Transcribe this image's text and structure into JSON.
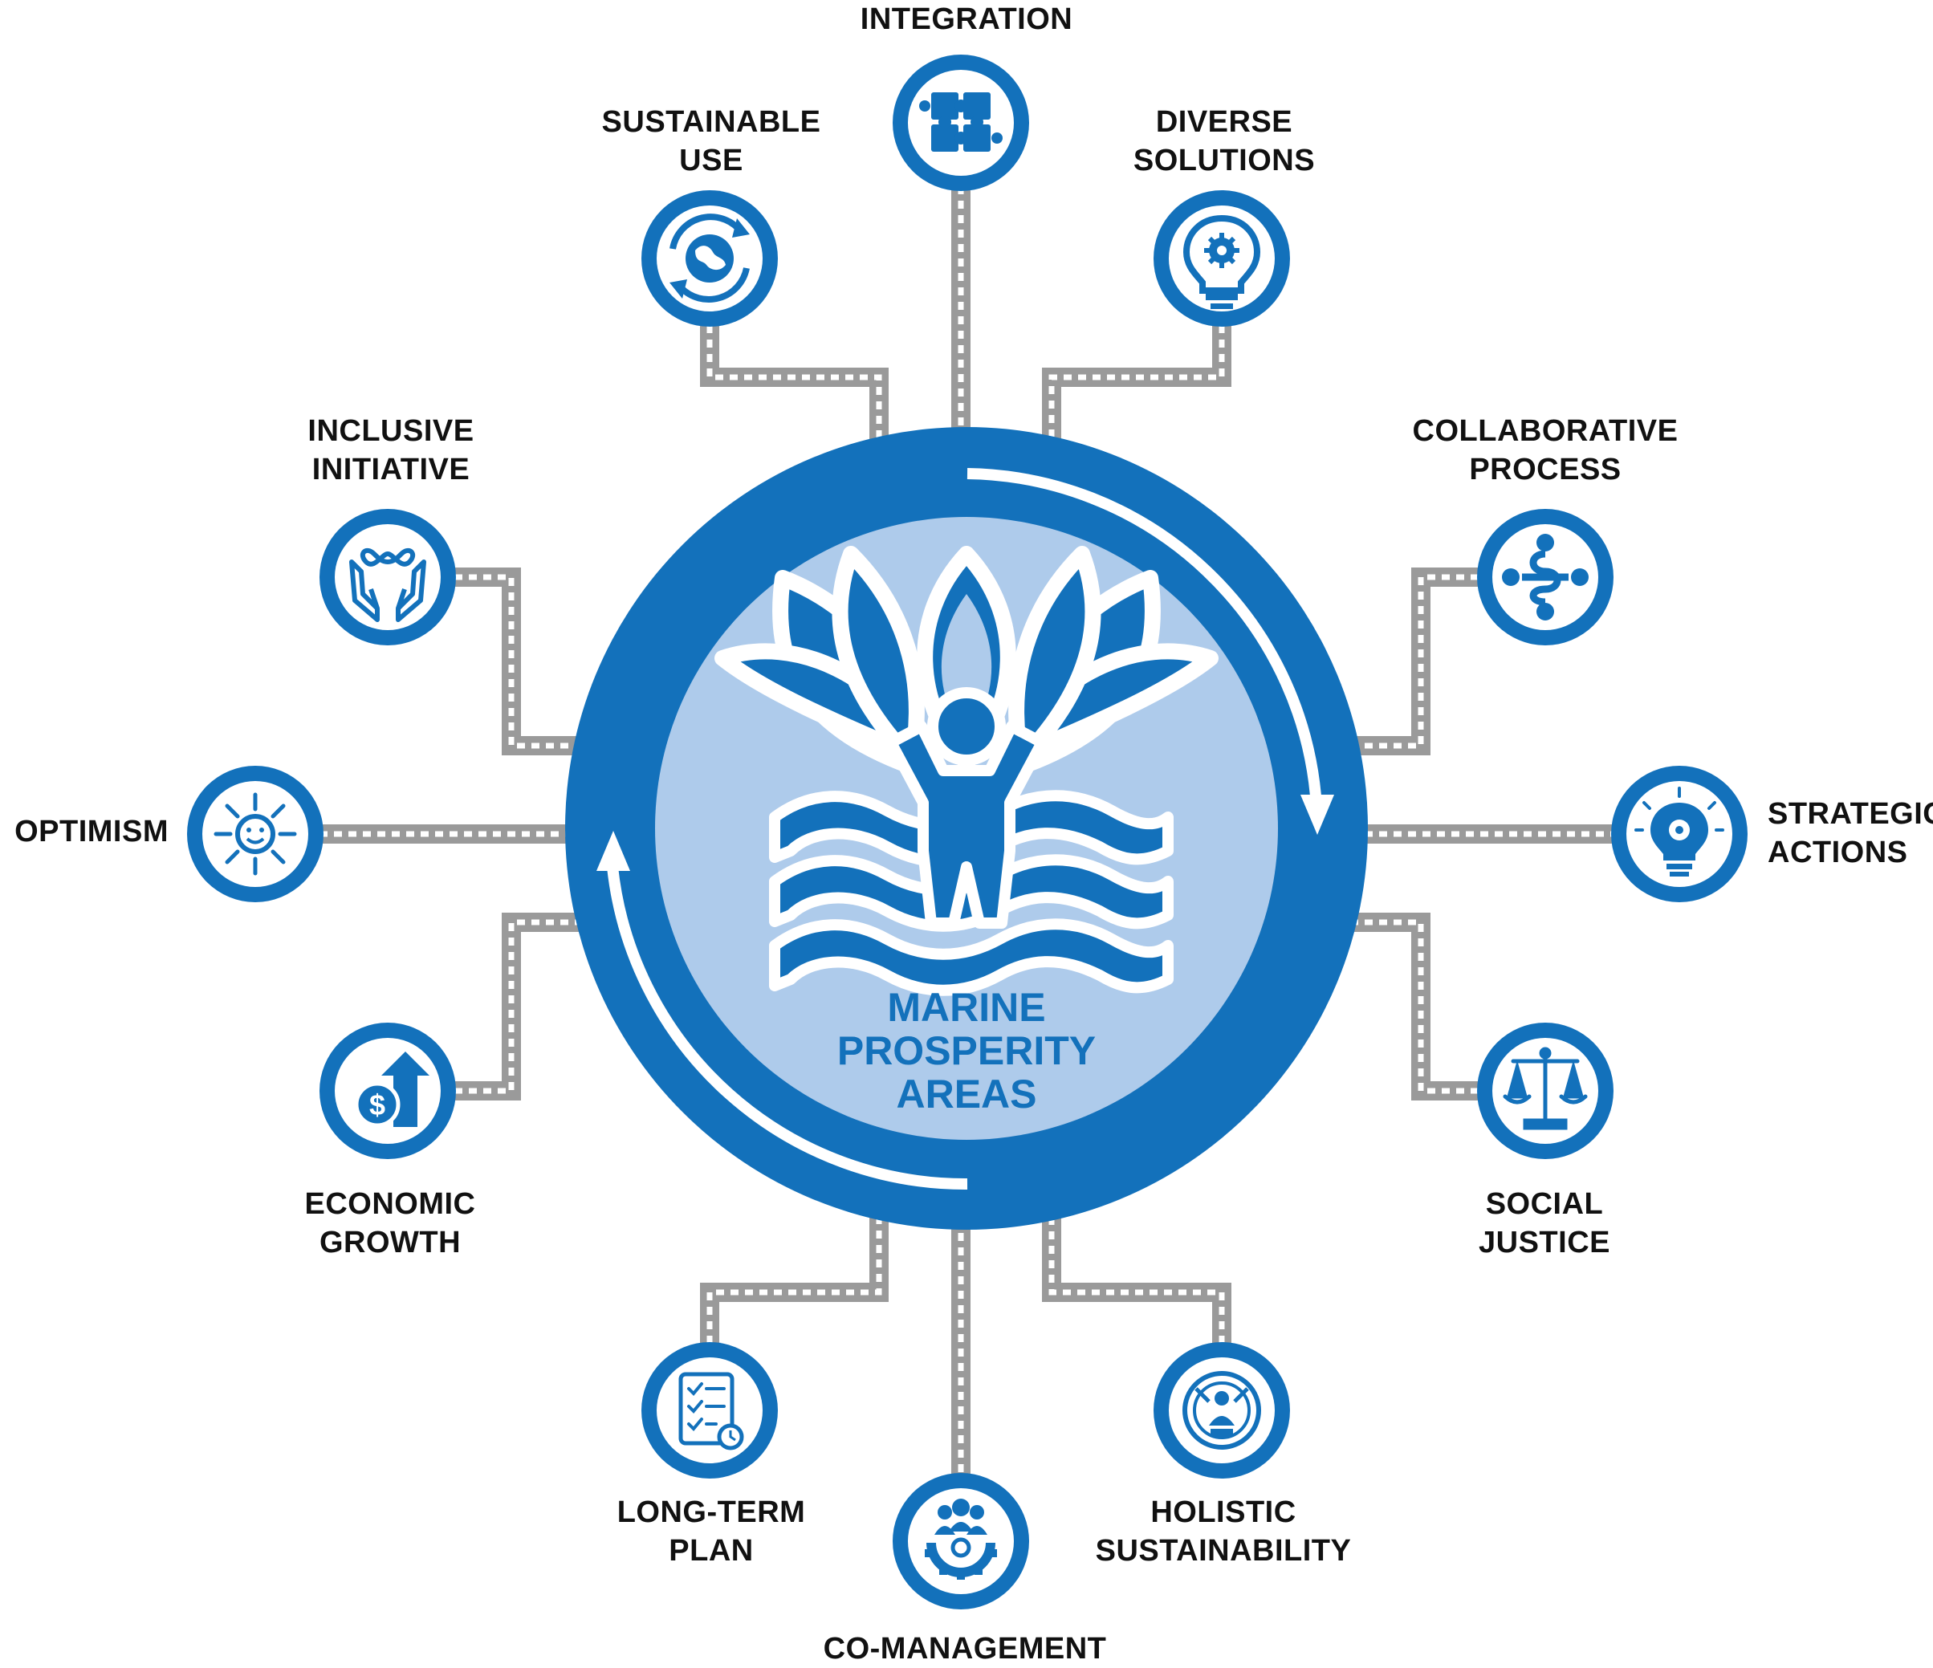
{
  "center": {
    "title_lines": [
      "MARINE",
      "PROSPERITY",
      "AREAS"
    ],
    "icon": "person-rising-from-waves-with-lotus-icon"
  },
  "colors": {
    "primary_blue": "#1371bb",
    "light_blue": "#aecbeb",
    "connector_gray": "#9a9a9a",
    "label_text": "#111111"
  },
  "nodes": {
    "integration": {
      "lines": [
        "INTEGRATION"
      ],
      "icon": "puzzle-icon"
    },
    "sustainable_use": {
      "lines": [
        "SUSTAINABLE",
        "USE"
      ],
      "icon": "recycle-globe-icon"
    },
    "diverse_solutions": {
      "lines": [
        "DIVERSE",
        "SOLUTIONS"
      ],
      "icon": "lightbulb-gear-icon"
    },
    "inclusive_initiative": {
      "lines": [
        "INCLUSIVE",
        "INITIATIVE"
      ],
      "icon": "hands-infinity-icon"
    },
    "collaborative_process": {
      "lines": [
        "COLLABORATIVE",
        "PROCESS"
      ],
      "icon": "people-links-icon"
    },
    "optimism": {
      "lines": [
        "OPTIMISM"
      ],
      "icon": "smiling-sun-icon"
    },
    "strategic_actions": {
      "lines": [
        "STRATEGIC",
        "ACTIONS"
      ],
      "icon": "bulb-gear-rays-icon"
    },
    "economic_growth": {
      "lines": [
        "ECONOMIC",
        "GROWTH"
      ],
      "icon": "dollar-arrow-up-icon"
    },
    "social_justice": {
      "lines": [
        "SOCIAL",
        "JUSTICE"
      ],
      "icon": "scales-icon"
    },
    "long_term_plan": {
      "lines": [
        "LONG-TERM",
        "PLAN"
      ],
      "icon": "checklist-clock-icon"
    },
    "holistic_sustainability": {
      "lines": [
        "HOLISTIC",
        "SUSTAINABILITY"
      ],
      "icon": "globe-people-icon"
    },
    "co_management": {
      "lines": [
        "CO-MANAGEMENT"
      ],
      "icon": "people-gear-icon"
    }
  }
}
